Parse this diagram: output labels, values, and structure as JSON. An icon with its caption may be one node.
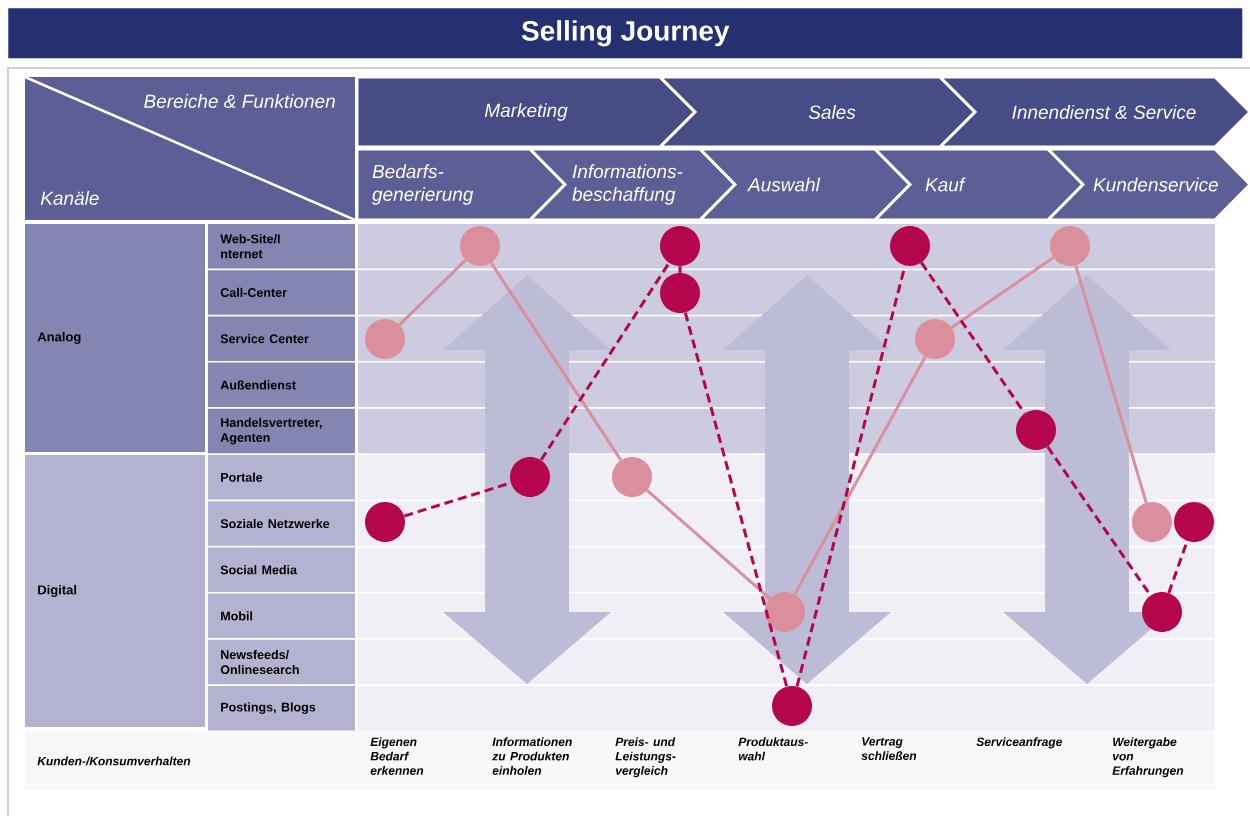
{
  "diagram": {
    "title": "Selling Journey",
    "nodes": [
      {
        "text": [
          "Bereiche & Funktionen",
          "Kanäle"
        ]
      },
      {
        "text": [
          "Marketing"
        ]
      },
      {
        "text": [
          "Sales"
        ]
      },
      {
        "text": [
          "Innendienst & Service"
        ]
      },
      {
        "text": [
          "Bedarfs- generierung"
        ]
      },
      {
        "text": [
          "Informations- beschaffung"
        ]
      },
      {
        "text": [
          "Auswahl"
        ]
      },
      {
        "text": [
          "Kauf"
        ]
      },
      {
        "text": [
          "Kundenservice"
        ]
      },
      {
        "text": [
          "Analog"
        ]
      },
      {
        "text": [
          "Digital"
        ]
      },
      {
        "text": [
          "Web-Site/I nternet"
        ]
      },
      {
        "text": [
          "Call-Center"
        ]
      },
      {
        "text": [
          "Service Center"
        ]
      },
      {
        "text": [
          "Außendienst"
        ]
      },
      {
        "text": [
          "Handelsvertreter, Agenten"
        ]
      },
      {
        "text": [
          "Portale"
        ]
      },
      {
        "text": [
          "Soziale Netzwerke"
        ]
      },
      {
        "text": [
          "Social Media"
        ]
      },
      {
        "text": [
          "Mobil"
        ]
      },
      {
        "text": [
          "Newsfeeds/ Onlinesearch"
        ]
      },
      {
        "text": [
          "Postings, Blogs"
        ]
      },
      {
        "text": [],
        "shape": "circle"
      },
      {
        "text": [],
        "shape": "circle"
      },
      {
        "text": [],
        "shape": "circle"
      },
      {
        "text": [],
        "shape": "circle"
      },
      {
        "text": [],
        "shape": "circle"
      },
      {
        "text": [],
        "shape": "circle"
      },
      {
        "text": [],
        "shape": "circle"
      },
      {
        "text": [],
        "shape": "circle"
      },
      {
        "text": [],
        "shape": "circle"
      },
      {
        "text": [],
        "shape": "circle"
      },
      {
        "text": [],
        "shape": "circle"
      },
      {
        "text": [],
        "shape": "circle"
      },
      {
        "text": [],
        "shape": "circle"
      },
      {
        "text": [],
        "shape": "circle"
      },
      {
        "text": [],
        "shape": "circle"
      },
      {
        "text": [],
        "shape": "circle"
      }
    ],
    "edges": [
      {
        "from": 22,
        "to": 24,
        "arrow": "none",
        "color": "#db8e9c"
      },
      {
        "from": 24,
        "to": 26,
        "arrow": "none",
        "color": "#db8e9c"
      },
      {
        "from": 26,
        "to": 29,
        "arrow": "none",
        "color": "#db8e9c"
      },
      {
        "from": 29,
        "to": 32,
        "arrow": "none",
        "color": "#db8e9c"
      },
      {
        "from": 32,
        "to": 34,
        "arrow": "none",
        "color": "#db8e9c"
      },
      {
        "from": 34,
        "to": 35,
        "arrow": "none",
        "color": "#db8e9c"
      },
      {
        "from": 23,
        "to": 25,
        "arrow": "none",
        "style": "dashed"
      },
      {
        "from": 25,
        "to": 27,
        "arrow": "none",
        "style": "dashed"
      },
      {
        "from": 27,
        "to": 28,
        "arrow": "none",
        "style": "dashed"
      },
      {
        "from": 28,
        "to": 30,
        "arrow": "none",
        "style": "dashed"
      },
      {
        "from": 30,
        "to": 31,
        "arrow": "none",
        "style": "dashed"
      },
      {
        "from": 31,
        "to": 33,
        "arrow": "none",
        "style": "dashed"
      },
      {
        "from": 33,
        "to": 36,
        "arrow": "none",
        "style": "dashed"
      },
      {
        "from": 36,
        "to": 37,
        "arrow": "none",
        "style": "dashed"
      }
    ],
    "labels": [
      "Kunden-/Konsumverhalten",
      "Eigenen Bedarf erkennen",
      "Informationen zu Produkten einholen",
      "Preis- und Leistungs- vergleich",
      "Produktaus- wahl",
      "Vertrag schließen",
      "Serviceanfrage",
      "Weitergabe von Erfahrungen"
    ]
  }
}
